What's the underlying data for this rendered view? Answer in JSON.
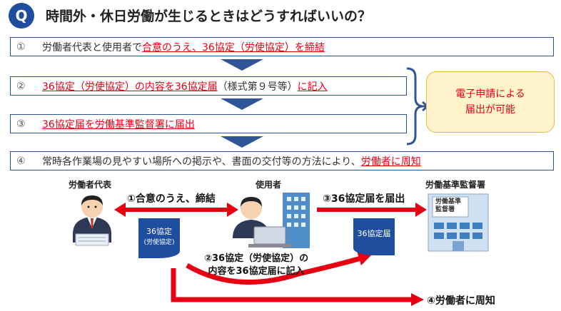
{
  "header": {
    "badge": "Q",
    "title": "時間外・休日労働が生じるときはどうすればいいの？"
  },
  "steps": [
    {
      "num": "①",
      "plain": "労働者代表と使用者で",
      "red": "合意のうえ、36協定（労使協定）を締結"
    },
    {
      "num": "②",
      "red1": "36協定（労使協定）の内容を36協定届",
      "plain": "（様式第９号等）",
      "red2": "に記入"
    },
    {
      "num": "③",
      "red": "36協定届を労働基準監督署に届出"
    },
    {
      "num": "④",
      "plain": "常時各作業場の見やすい場所への掲示や、書面の交付等の方法により、",
      "red": "労働者に周知"
    }
  ],
  "electronic": {
    "line1": "電子申請による",
    "line2": "届出が可能"
  },
  "diagram": {
    "worker_rep": "労働者代表",
    "employer": "使用者",
    "office": "労働基準監督署",
    "office_sign1": "労働基準",
    "office_sign2": "監督署",
    "action1": "①合意のうえ、締結",
    "action2": "③36協定届を届出",
    "action3_line1": "②36協定（労使協定）の",
    "action3_line2": "内容を36協定届に記入",
    "action4": "④労働者に周知",
    "doc1_line1": "36協定",
    "doc1_line2": "(労使協定)",
    "doc2": "36協定届"
  },
  "colors": {
    "accent_blue": "#1f4e9e",
    "emphasis_red": "#e60012",
    "note_bg": "#fff3cc"
  }
}
